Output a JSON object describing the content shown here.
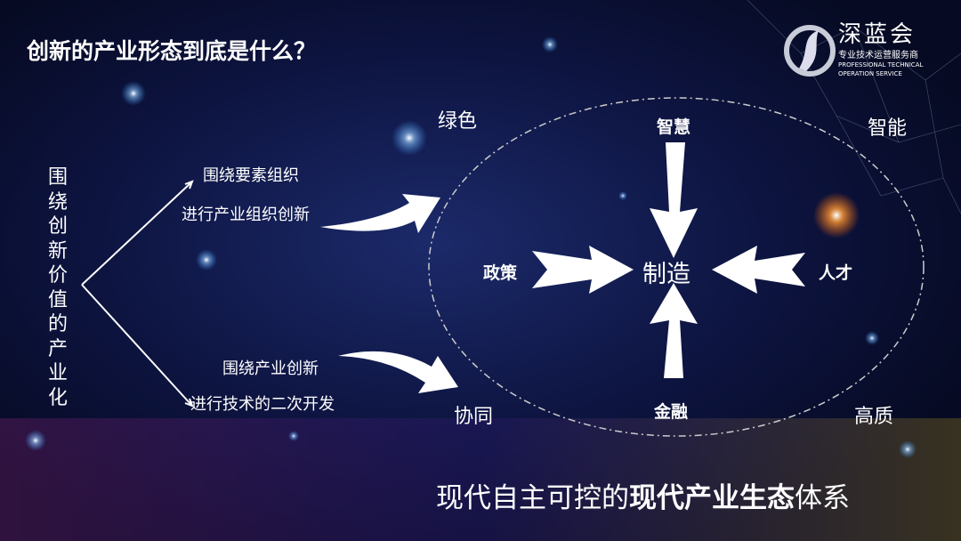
{
  "title": "创新的产业形态到底是什么？",
  "logo": {
    "name": "深蓝会",
    "tagline": "专业技术运营服务商",
    "en1": "PROFESSIONAL TECHNICAL",
    "en2": "OPERATION SERVICE"
  },
  "left_vertical": "围绕创新价值的产业化",
  "branch_top": {
    "line1": "围绕要素组织",
    "line2": "进行产业组织创新"
  },
  "branch_bottom": {
    "line1": "围绕产业创新",
    "line2": "进行技术的二次开发"
  },
  "corners": {
    "top_left": "绿色",
    "top_right": "智能",
    "bottom_left": "协同",
    "bottom_right": "高质"
  },
  "center": "制造",
  "inputs": {
    "top": "智慧",
    "left": "政策",
    "right": "人才",
    "bottom": "金融"
  },
  "bottom": {
    "prefix": "现代自主可控的",
    "bold": "现代产业生态",
    "suffix": "体系"
  }
}
